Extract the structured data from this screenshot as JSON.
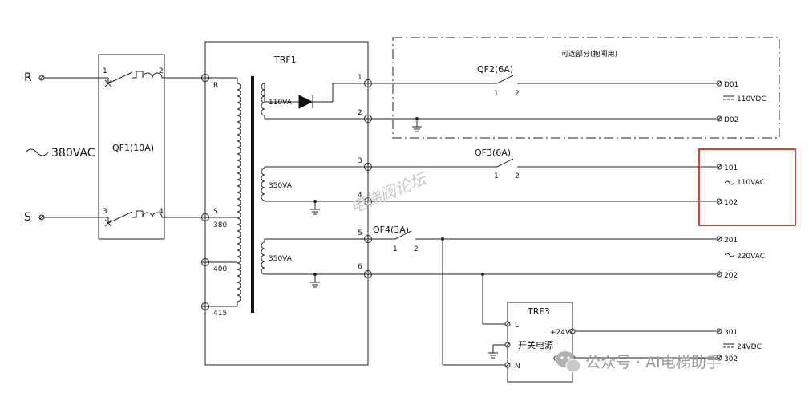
{
  "inputs": {
    "r": "R",
    "s": "S",
    "voltage": "380VAC"
  },
  "breaker_qf1": {
    "label": "QF1(10A)",
    "pins": [
      "1",
      "2",
      "3",
      "4"
    ]
  },
  "transformer_trf1": {
    "label": "TRF1",
    "primary_taps": [
      "R",
      "S",
      "380",
      "400",
      "415"
    ],
    "secondary_terminals": [
      "1",
      "2",
      "3",
      "4",
      "5",
      "6"
    ],
    "windings": [
      "110VA",
      "350VA",
      "350VA"
    ]
  },
  "optional_section": {
    "label": "可选部分(抱闸用)"
  },
  "breakers": {
    "qf2": {
      "label": "QF2(6A)",
      "p1": "1",
      "p2": "2"
    },
    "qf3": {
      "label": "QF3(6A)",
      "p1": "1",
      "p2": "2"
    },
    "qf4": {
      "label": "QF4(3A)",
      "p1": "1",
      "p2": "2"
    }
  },
  "outputs": {
    "d01": "D01",
    "d02": "D02",
    "v110vdc": "110VDC",
    "t101": "101",
    "t102": "102",
    "v110vac": "110VAC",
    "t201": "201",
    "t202": "202",
    "v220vac": "220VAC",
    "t301": "301",
    "t302": "302",
    "v24vdc": "24VDC"
  },
  "psu_trf3": {
    "label": "TRF3",
    "name": "开关电源",
    "l": "L",
    "n": "N",
    "plus24": "+24V",
    "gnd": "GND"
  },
  "watermarks": {
    "forum": "电梯阀论坛",
    "account": "公众号 · AI电梯助手"
  }
}
